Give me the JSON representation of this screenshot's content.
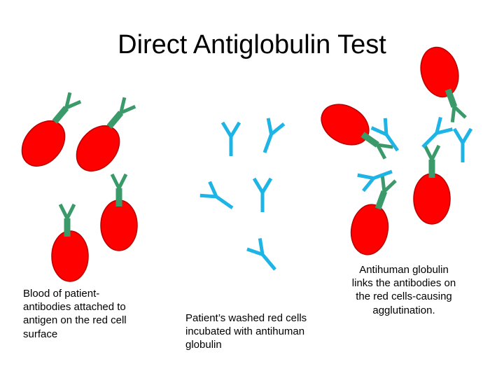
{
  "title": "Direct Antiglobulin Test",
  "captions": {
    "left": "Blood of patient-antibodies attached to antigen on the red cell surface",
    "middle": "Patient’s washed red cells incubated with antihuman globulin",
    "right": "Antihuman globulin links the antibodies on the red cells-causing agglutination."
  },
  "colors": {
    "red_cell": "#ff0000",
    "red_cell_outline": "#b80000",
    "patient_antibody": "#3a9a6a",
    "antihuman_globulin": "#1eb4e6"
  }
}
